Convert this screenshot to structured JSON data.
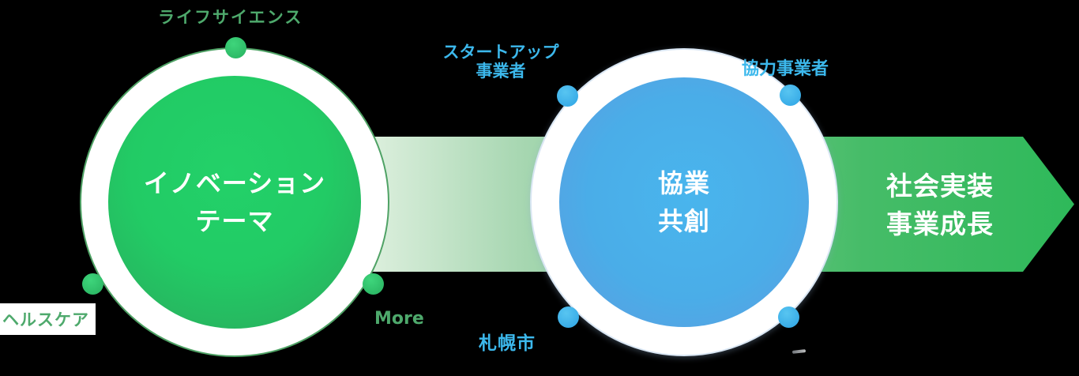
{
  "colors": {
    "background": "#000000",
    "green_accent": "#4ea96c",
    "blue_accent": "#3cb8ec",
    "circle_green_center": "#23d169",
    "circle_green_edge": "#2aa85c",
    "circle_blue_center": "#49b5ed",
    "circle_blue_edge": "#5f9bdf",
    "arrow_green_start": "#dcefdd",
    "arrow_green_end": "#2eb95a"
  },
  "innovation": {
    "title_line1": "イノベーション",
    "title_line2": "テーマ",
    "label_top": "ライフサイエンス",
    "label_bottom_left": "ヘルスケア",
    "label_bottom_right": "More"
  },
  "collaboration": {
    "title_line1": "協業",
    "title_line2": "共創",
    "label_top_left_line1": "スタートアップ",
    "label_top_left_line2": "事業者",
    "label_top_right": "協力事業者",
    "label_bottom_left": "札幌市"
  },
  "outcome_arrow": {
    "label_line1": "社会実装",
    "label_line2": "事業成長"
  }
}
